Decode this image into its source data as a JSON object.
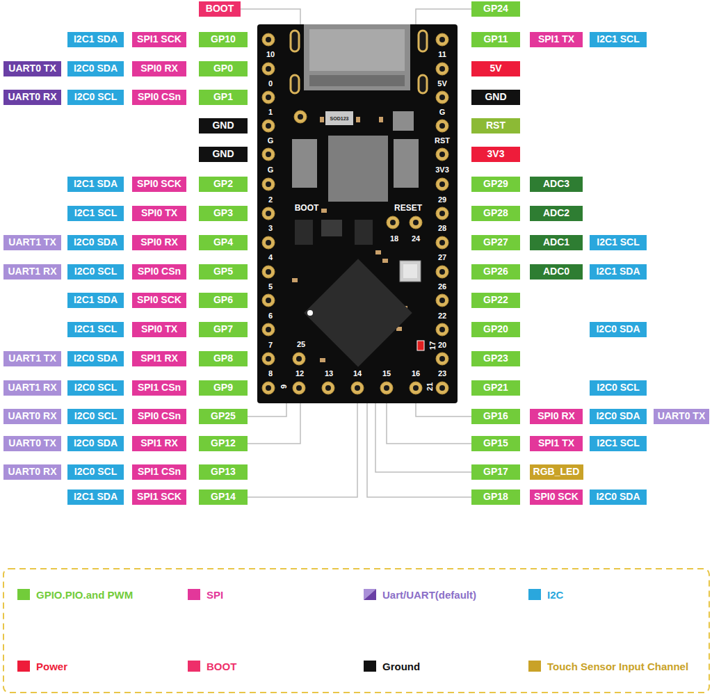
{
  "diagram": {
    "nodes": [
      {
        "text": [
          "BOOT"
        ]
      },
      {
        "text": [
          "GP24"
        ]
      },
      {
        "text": [
          "I2C1 SDA"
        ]
      },
      {
        "text": [
          "SPI1 SCK"
        ]
      },
      {
        "text": [
          "GP10"
        ]
      },
      {
        "text": [
          "GP11"
        ]
      },
      {
        "text": [
          "SPI1 TX"
        ]
      },
      {
        "text": [
          "I2C1 SCL"
        ]
      },
      {
        "text": [
          "UART0 TX"
        ]
      },
      {
        "text": [
          "I2C0 SDA"
        ]
      },
      {
        "text": [
          "SPI0 RX"
        ]
      },
      {
        "text": [
          "GP0"
        ]
      },
      {
        "text": [
          "5V"
        ]
      },
      {
        "text": [
          "UART0 RX"
        ]
      },
      {
        "text": [
          "I2C0 SCL"
        ]
      },
      {
        "text": [
          "SPI0 CSn"
        ]
      },
      {
        "text": [
          "GP1"
        ]
      },
      {
        "text": [
          "GND"
        ]
      },
      {
        "text": [
          "GND"
        ]
      },
      {
        "text": [
          "RST"
        ]
      },
      {
        "text": [
          "GND"
        ]
      },
      {
        "text": [
          "3V3"
        ]
      },
      {
        "text": [
          "I2C1 SDA"
        ]
      },
      {
        "text": [
          "SPI0 SCK"
        ]
      },
      {
        "text": [
          "GP2"
        ]
      },
      {
        "text": [
          "GP29"
        ]
      },
      {
        "text": [
          "ADC3"
        ]
      },
      {
        "text": [
          "I2C1 SCL"
        ]
      },
      {
        "text": [
          "SPI0 TX"
        ]
      },
      {
        "text": [
          "GP3"
        ]
      },
      {
        "text": [
          "GP28"
        ]
      },
      {
        "text": [
          "ADC2"
        ]
      },
      {
        "text": [
          "UART1 TX"
        ]
      },
      {
        "text": [
          "I2C0 SDA"
        ]
      },
      {
        "text": [
          "SPI0 RX"
        ]
      },
      {
        "text": [
          "GP4"
        ]
      },
      {
        "text": [
          "GP27"
        ]
      },
      {
        "text": [
          "ADC1"
        ]
      },
      {
        "text": [
          "I2C1 SCL"
        ]
      },
      {
        "text": [
          "UART1 RX"
        ]
      },
      {
        "text": [
          "I2C0 SCL"
        ]
      },
      {
        "text": [
          "SPI0 CSn"
        ]
      },
      {
        "text": [
          "GP5"
        ]
      },
      {
        "text": [
          "GP26"
        ]
      },
      {
        "text": [
          "ADC0"
        ]
      },
      {
        "text": [
          "I2C1 SDA"
        ]
      },
      {
        "text": [
          "I2C1 SDA"
        ]
      },
      {
        "text": [
          "SPI0 SCK"
        ]
      },
      {
        "text": [
          "GP6"
        ]
      },
      {
        "text": [
          "GP22"
        ]
      },
      {
        "text": [
          "I2C1 SCL"
        ]
      },
      {
        "text": [
          "SPI0 TX"
        ]
      },
      {
        "text": [
          "GP7"
        ]
      },
      {
        "text": [
          "GP20"
        ]
      },
      {
        "text": [
          "I2C0 SDA"
        ]
      },
      {
        "text": [
          "UART1 TX"
        ]
      },
      {
        "text": [
          "I2C0 SDA"
        ]
      },
      {
        "text": [
          "SPI1 RX"
        ]
      },
      {
        "text": [
          "GP8"
        ]
      },
      {
        "text": [
          "GP23"
        ]
      },
      {
        "text": [
          "UART1 RX"
        ]
      },
      {
        "text": [
          "I2C0 SCL"
        ]
      },
      {
        "text": [
          "SPI1 CSn"
        ]
      },
      {
        "text": [
          "GP9"
        ]
      },
      {
        "text": [
          "GP21"
        ]
      },
      {
        "text": [
          "I2C0 SCL"
        ]
      },
      {
        "text": [
          "UART0 RX"
        ]
      },
      {
        "text": [
          "I2C0 SCL"
        ]
      },
      {
        "text": [
          "SPI0 CSn"
        ]
      },
      {
        "text": [
          "GP25"
        ]
      },
      {
        "text": [
          "GP16"
        ]
      },
      {
        "text": [
          "SPI0 RX"
        ]
      },
      {
        "text": [
          "I2C0 SDA"
        ]
      },
      {
        "text": [
          "UART0 TX"
        ]
      },
      {
        "text": [
          "UART0 TX"
        ]
      },
      {
        "text": [
          "I2C0 SDA"
        ]
      },
      {
        "text": [
          "SPI1 RX"
        ]
      },
      {
        "text": [
          "GP12"
        ]
      },
      {
        "text": [
          "GP15"
        ]
      },
      {
        "text": [
          "SPI1 TX"
        ]
      },
      {
        "text": [
          "I2C1 SCL"
        ]
      },
      {
        "text": [
          "UART0 RX"
        ]
      },
      {
        "text": [
          "I2C0 SCL"
        ]
      },
      {
        "text": [
          "SPI1 CSn"
        ]
      },
      {
        "text": [
          "GP13"
        ]
      },
      {
        "text": [
          "GP17"
        ]
      },
      {
        "text": [
          "RGB_LED"
        ]
      },
      {
        "text": [
          "I2C1 SDA"
        ]
      },
      {
        "text": [
          "SPI1 SCK"
        ]
      },
      {
        "text": [
          "GP14"
        ]
      },
      {
        "text": [
          "GP18"
        ]
      },
      {
        "text": [
          "SPI0 SCK"
        ]
      },
      {
        "text": [
          "I2C0 SDA"
        ]
      }
    ],
    "labels": [
      "10",
      "0",
      "1",
      "G",
      "G",
      "2",
      "3",
      "4",
      "5",
      "6",
      "7",
      "8",
      "11",
      "5V",
      "G",
      "RST",
      "3V3",
      "29",
      "28",
      "27",
      "26",
      "22",
      "20",
      "23",
      "25",
      "12",
      "13",
      "14",
      "15",
      "16",
      "9",
      "21",
      "18",
      "24",
      "17",
      "BOOT",
      "RESET",
      "SOD123"
    ],
    "legend": [
      {
        "text": "GPIO.PIO.and PWM",
        "color": "#72cc3a"
      },
      {
        "text": "SPI",
        "color": "#e3379a"
      },
      {
        "text": "Uart/UART(default)"
      },
      {
        "text": "I2C",
        "color": "#2aa7dd"
      },
      {
        "text": "Power",
        "color": "#ee1c3a"
      },
      {
        "text": "BOOT",
        "color": "#ee2f6a"
      },
      {
        "text": "Ground",
        "color": "#111111"
      },
      {
        "text": "Touch Sensor Input Channel",
        "color": "#c9a227"
      }
    ]
  }
}
